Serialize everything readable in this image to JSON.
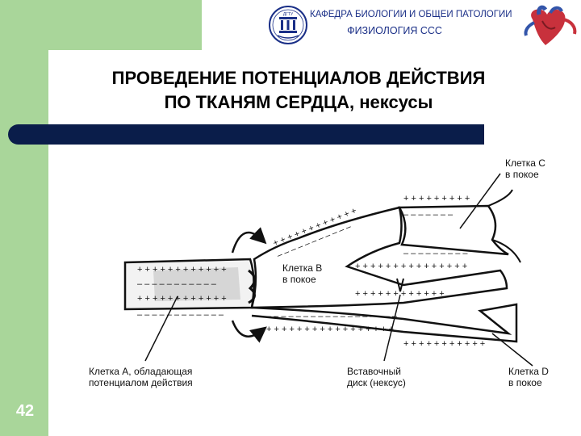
{
  "header": {
    "department": "КАФЕДРА БИОЛОГИИ И ОБЩЕЙ ПАТОЛОГИИ",
    "course": "ФИЗИОЛОГИЯ ССС",
    "logo_text": "ДГТУ"
  },
  "title": {
    "line1": "ПРОВЕДЕНИЕ ПОТЕНЦИАЛОВ ДЕЙСТВИЯ",
    "line2": "ПО ТКАНЯМ СЕРДЦА, нексусы"
  },
  "diagram": {
    "cell_a": {
      "line1": "Клетка А, обладающая",
      "line2": "потенциалом действия"
    },
    "cell_b": {
      "line1": "Клетка В",
      "line2": "в покое"
    },
    "cell_c": {
      "line1": "Клетка С",
      "line2": "в покое"
    },
    "cell_d": {
      "line1": "Клетка D",
      "line2": "в покое"
    },
    "disk": {
      "line1": "Вставочный",
      "line2": "диск (нексус)"
    }
  },
  "slide_number": "42",
  "colors": {
    "sidebar": "#a9d69a",
    "divider": "#0a1d4a",
    "header_text": "#1a2f87"
  }
}
